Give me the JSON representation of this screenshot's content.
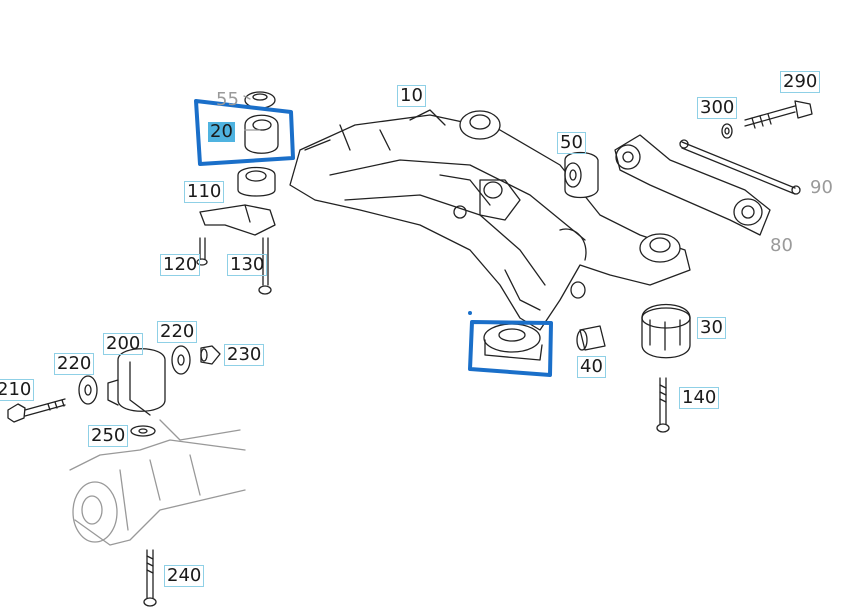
{
  "diagram": {
    "callouts": {
      "c10": "10",
      "c20": "20",
      "c30": "30",
      "c40": "40",
      "c50": "50",
      "c55": "55",
      "c80": "80",
      "c90": "90",
      "c110": "110",
      "c120": "120",
      "c130": "130",
      "c140": "140",
      "c200": "200",
      "c210": "210",
      "c220a": "220",
      "c220b": "220",
      "c230": "230",
      "c240": "240",
      "c250": "250",
      "c290": "290",
      "c300": "300"
    },
    "highlight_color": "#1a6fc9",
    "label_border_color": "#8fd0e6"
  }
}
